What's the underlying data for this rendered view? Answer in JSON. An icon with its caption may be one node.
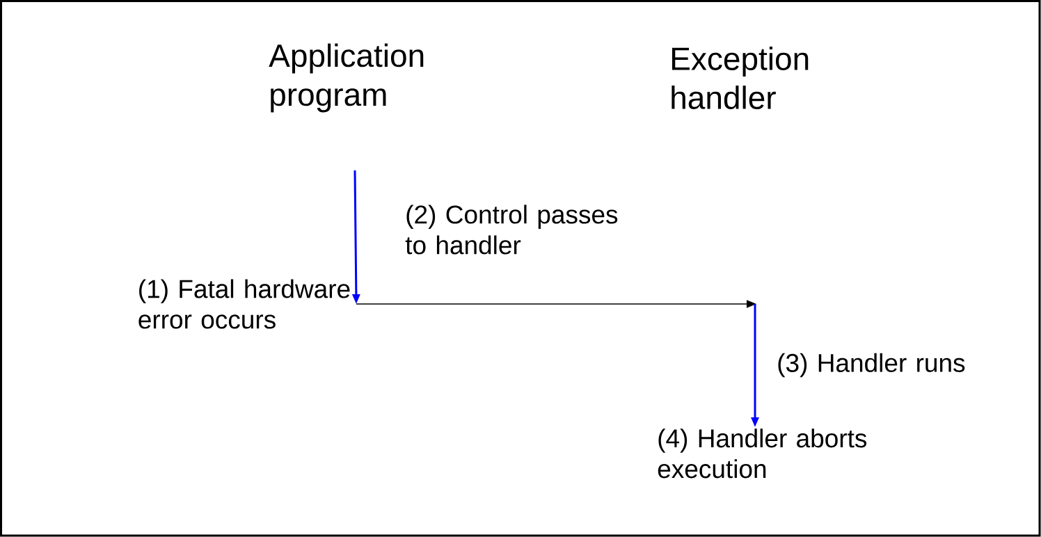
{
  "diagram": {
    "nodes": [
      {
        "text": [
          "(1) Fatal hardware error occurs"
        ]
      },
      {
        "text": [
          "(4) Handler aborts execution"
        ]
      }
    ],
    "edges": [
      {
        "from": null,
        "to": 0,
        "arrow": "to"
      },
      {
        "from": 0,
        "to": null,
        "arrow": "to",
        "label": "(2) Control passes to handler",
        "color": "#000000"
      },
      {
        "from": null,
        "to": 1,
        "arrow": "to",
        "label": "(3) Handler runs"
      }
    ],
    "labels": [
      "Application program",
      "Exception handler"
    ]
  }
}
